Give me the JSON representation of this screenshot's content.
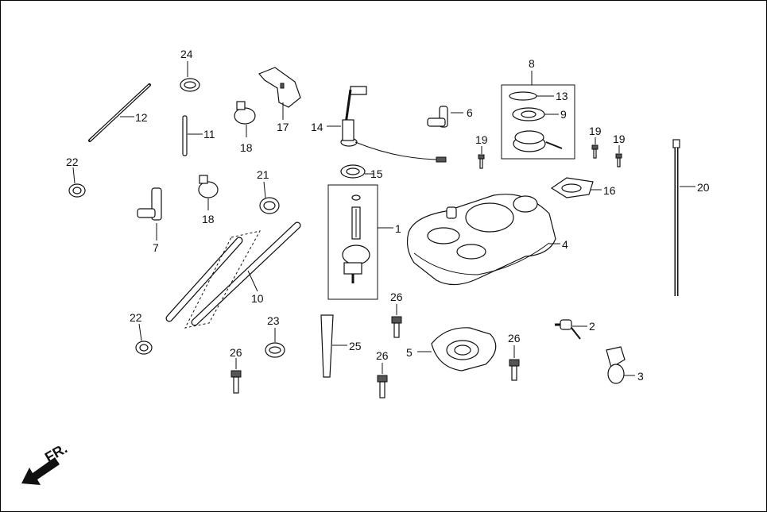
{
  "front_indicator": "FR.",
  "labels": [
    "1",
    "2",
    "3",
    "4",
    "5",
    "6",
    "7",
    "8",
    "9",
    "10",
    "11",
    "12",
    "13",
    "14",
    "15",
    "16",
    "17",
    "18",
    "18",
    "19",
    "19",
    "19",
    "20",
    "21",
    "22",
    "22",
    "23",
    "24",
    "25",
    "26",
    "26",
    "26",
    "26"
  ]
}
